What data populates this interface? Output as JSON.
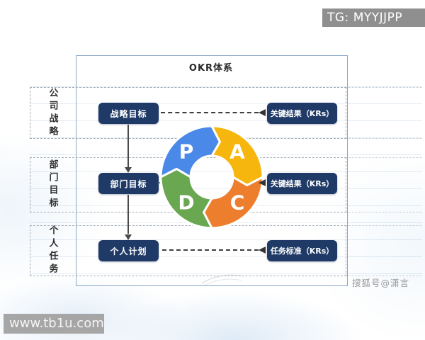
{
  "overlays": {
    "tg_banner": "TG: MYYJJPP",
    "site_watermark": "www.tb1u.com",
    "sohu_watermark": "搜狐号@潇言"
  },
  "diagram": {
    "title": "OKR体系",
    "rows": [
      {
        "side_label": "公司战略",
        "objective": "战略目标",
        "result": "关键结果（KRs）"
      },
      {
        "side_label": "部门目标",
        "objective": "部门目标",
        "result": "关键结果（KRs）"
      },
      {
        "side_label": "个人任务",
        "objective": "个人计划",
        "result": "任务标准（KRs）"
      }
    ],
    "cycle": {
      "type": "pdca-cycle",
      "segments": [
        {
          "letter": "P",
          "color": "#4a89e8"
        },
        {
          "letter": "A",
          "color": "#f6b60d"
        },
        {
          "letter": "C",
          "color": "#ec7e2e"
        },
        {
          "letter": "D",
          "color": "#69a750"
        }
      ]
    },
    "colors": {
      "node_background": "#1f3a66",
      "node_text": "#ffffff",
      "frame_border": "#8aa6c4",
      "connector": "#3f3f3f"
    }
  }
}
